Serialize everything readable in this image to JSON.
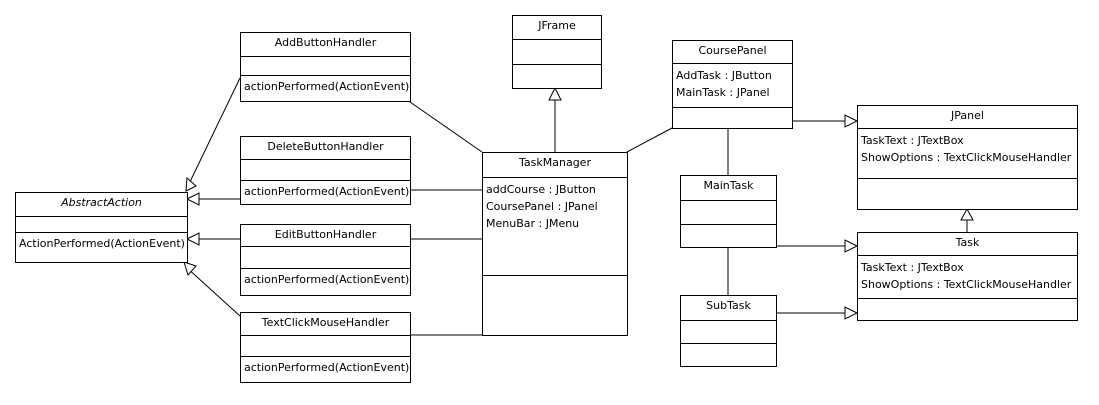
{
  "classes": {
    "abstract_action": {
      "name": "AbstractAction",
      "attributes": [],
      "operations": [
        "ActionPerformed(ActionEvent)"
      ]
    },
    "add_button_handler": {
      "name": "AddButtonHandler",
      "attributes": [],
      "operations": [
        "actionPerformed(ActionEvent)"
      ]
    },
    "delete_button_handler": {
      "name": "DeleteButtonHandler",
      "attributes": [],
      "operations": [
        "actionPerformed(ActionEvent)"
      ]
    },
    "edit_button_handler": {
      "name": "EditButtonHandler",
      "attributes": [],
      "operations": [
        "actionPerformed(ActionEvent)"
      ]
    },
    "text_click_mouse_handler": {
      "name": "TextClickMouseHandler",
      "attributes": [],
      "operations": [
        "actionPerformed(ActionEvent)"
      ]
    },
    "jframe": {
      "name": "JFrame",
      "attributes": [],
      "operations": []
    },
    "task_manager": {
      "name": "TaskManager",
      "attributes": [
        "addCourse : JButton",
        "CoursePanel : JPanel",
        "MenuBar : JMenu"
      ],
      "operations": []
    },
    "course_panel": {
      "name": "CoursePanel",
      "attributes": [
        "AddTask : JButton",
        "MainTask : JPanel"
      ],
      "operations": []
    },
    "main_task": {
      "name": "MainTask",
      "attributes": [],
      "operations": []
    },
    "sub_task": {
      "name": "SubTask",
      "attributes": [],
      "operations": []
    },
    "jpanel": {
      "name": "JPanel",
      "attributes": [
        "TaskText : JTextBox",
        "ShowOptions : TextClickMouseHandler"
      ],
      "operations": []
    },
    "task": {
      "name": "Task",
      "attributes": [
        "TaskText : JTextBox",
        "ShowOptions : TextClickMouseHandler"
      ],
      "operations": []
    }
  },
  "relationships": [
    {
      "kind": "generalization",
      "from": "add_button_handler",
      "to": "abstract_action"
    },
    {
      "kind": "generalization",
      "from": "delete_button_handler",
      "to": "abstract_action"
    },
    {
      "kind": "generalization",
      "from": "edit_button_handler",
      "to": "abstract_action"
    },
    {
      "kind": "generalization",
      "from": "text_click_mouse_handler",
      "to": "abstract_action"
    },
    {
      "kind": "generalization",
      "from": "task_manager",
      "to": "jframe"
    },
    {
      "kind": "generalization",
      "from": "course_panel",
      "to": "jpanel"
    },
    {
      "kind": "generalization",
      "from": "main_task",
      "to": "task"
    },
    {
      "kind": "generalization",
      "from": "sub_task",
      "to": "task"
    },
    {
      "kind": "generalization",
      "from": "task",
      "to": "jpanel"
    },
    {
      "kind": "association",
      "from": "add_button_handler",
      "to": "task_manager"
    },
    {
      "kind": "association",
      "from": "delete_button_handler",
      "to": "task_manager"
    },
    {
      "kind": "association",
      "from": "edit_button_handler",
      "to": "task_manager"
    },
    {
      "kind": "association",
      "from": "text_click_mouse_handler",
      "to": "task_manager"
    },
    {
      "kind": "association",
      "from": "task_manager",
      "to": "course_panel"
    },
    {
      "kind": "association",
      "from": "course_panel",
      "to": "main_task"
    },
    {
      "kind": "association",
      "from": "main_task",
      "to": "sub_task"
    }
  ]
}
